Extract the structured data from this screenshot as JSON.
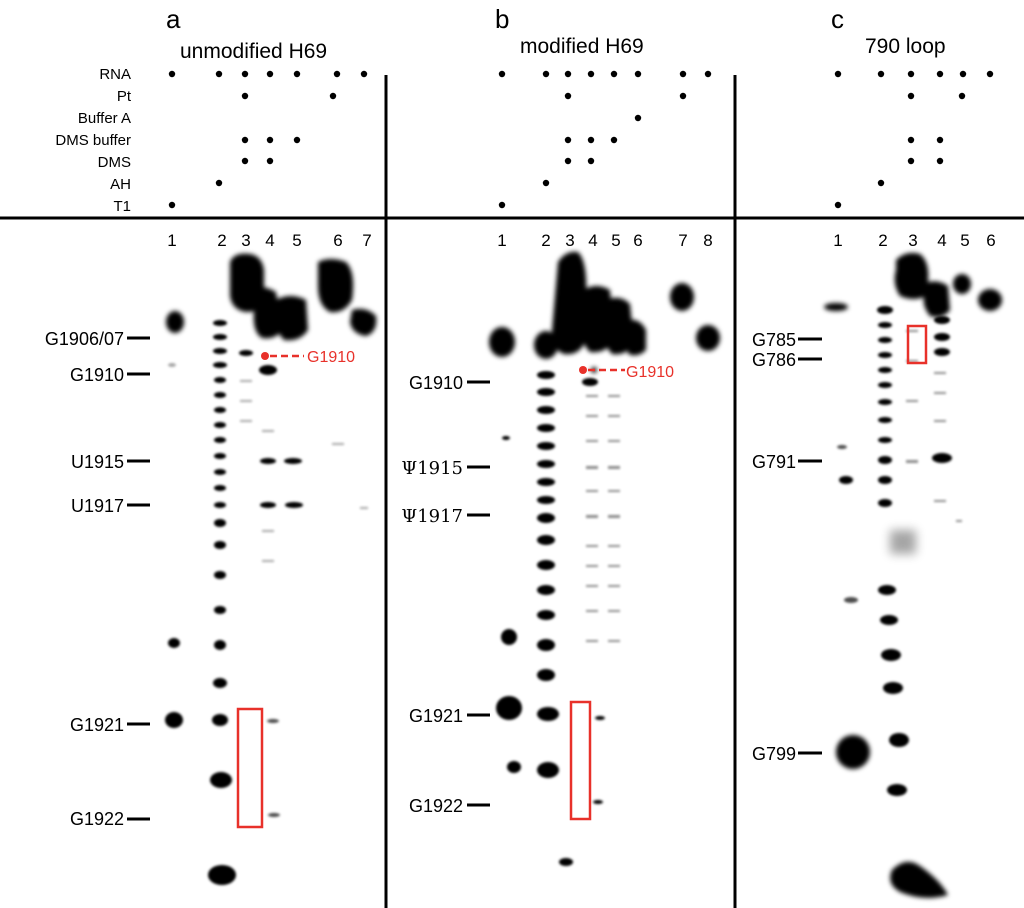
{
  "row_labels": [
    "RNA",
    "Pt",
    "Buffer A",
    "DMS buffer",
    "DMS",
    "AH",
    "T1"
  ],
  "panels": [
    {
      "letter": "a",
      "title": "unmodified H69",
      "lane_numbers": [
        "1",
        "2",
        "3",
        "4",
        "5",
        "6",
        "7"
      ],
      "band_labels": [
        "G1906/07",
        "G1910",
        "U1915",
        "U1917",
        "G1921",
        "G1922"
      ],
      "annotation": "G1910"
    },
    {
      "letter": "b",
      "title": "modified H69",
      "lane_numbers": [
        "1",
        "2",
        "3",
        "4",
        "5",
        "6",
        "7",
        "8"
      ],
      "band_labels": [
        "G1910",
        "Ψ1915",
        "Ψ1917",
        "G1921",
        "G1922"
      ],
      "annotation": "G1910"
    },
    {
      "letter": "c",
      "title": "790 loop",
      "lane_numbers": [
        "1",
        "2",
        "3",
        "4",
        "5",
        "6"
      ],
      "band_labels": [
        "G785",
        "G786",
        "G791",
        "G799"
      ]
    }
  ],
  "colors": {
    "ink": "#000000",
    "highlight": "#e8312a",
    "gel_background": "#ffffff"
  }
}
